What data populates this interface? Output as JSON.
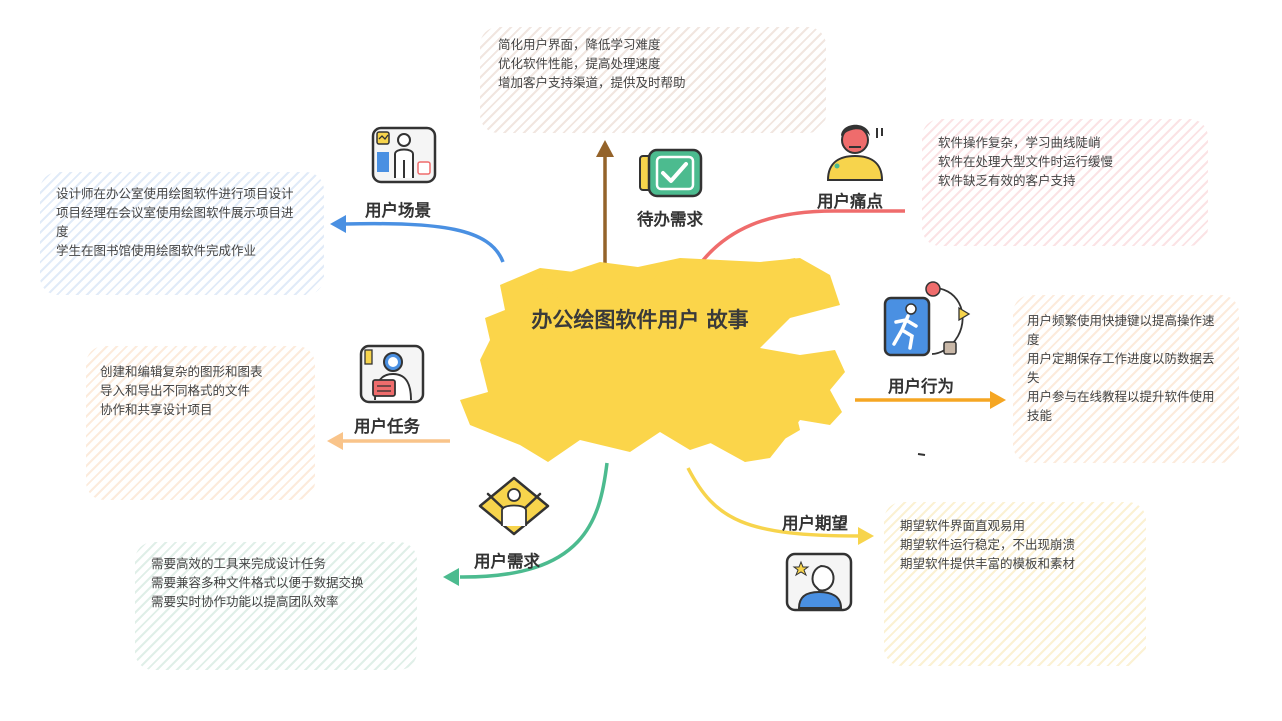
{
  "central": {
    "title_line1": "办公绘图软件用户",
    "title_line2": "故事"
  },
  "branches": {
    "todo": {
      "label": "待办需求",
      "items": [
        "简化用户界面，降低学习难度",
        "优化软件性能，提高处理速度",
        "增加客户支持渠道，提供及时帮助"
      ],
      "color": "#94632a"
    },
    "pain": {
      "label": "用户痛点",
      "items": [
        "软件操作复杂，学习曲线陡峭",
        "软件在处理大型文件时运行缓慢",
        "软件缺乏有效的客户支持"
      ],
      "color": "#ef6c6c"
    },
    "scene": {
      "label": "用户场景",
      "items": [
        "设计师在办公室使用绘图软件进行项目设计",
        "项目经理在会议室使用绘图软件展示项目进",
        "度",
        "学生在图书馆使用绘图软件完成作业"
      ],
      "color": "#4a90e2"
    },
    "behavior": {
      "label": "用户行为",
      "items": [
        "用户频繁使用快捷键以提高操作速",
        "度",
        "用户定期保存工作进度以防数据丢",
        "失",
        "用户参与在线教程以提升软件使用",
        "技能"
      ],
      "color": "#f5a623"
    },
    "task": {
      "label": "用户任务",
      "items": [
        "创建和编辑复杂的图形和图表",
        "导入和导出不同格式的文件",
        "协作和共享设计项目"
      ],
      "color": "#f9c48a"
    },
    "need": {
      "label": "用户需求",
      "items": [
        "需要高效的工具来完成设计任务",
        "需要兼容多种文件格式以便于数据交换",
        "需要实时协作功能以提高团队效率"
      ],
      "color": "#4cbb8f"
    },
    "expect": {
      "label": "用户期望",
      "items": [
        "期望软件界面直观易用",
        "期望软件运行稳定，不出现崩溃",
        "期望软件提供丰富的模板和素材"
      ],
      "color": "#f7d44c"
    }
  },
  "icons": {
    "todo": "checkmark-icon",
    "pain": "frustrated-person-icon",
    "scene": "presentation-person-icon",
    "behavior": "running-person-icon",
    "task": "reading-person-icon",
    "need": "cheering-person-icon",
    "expect": "thinking-person-icon"
  }
}
